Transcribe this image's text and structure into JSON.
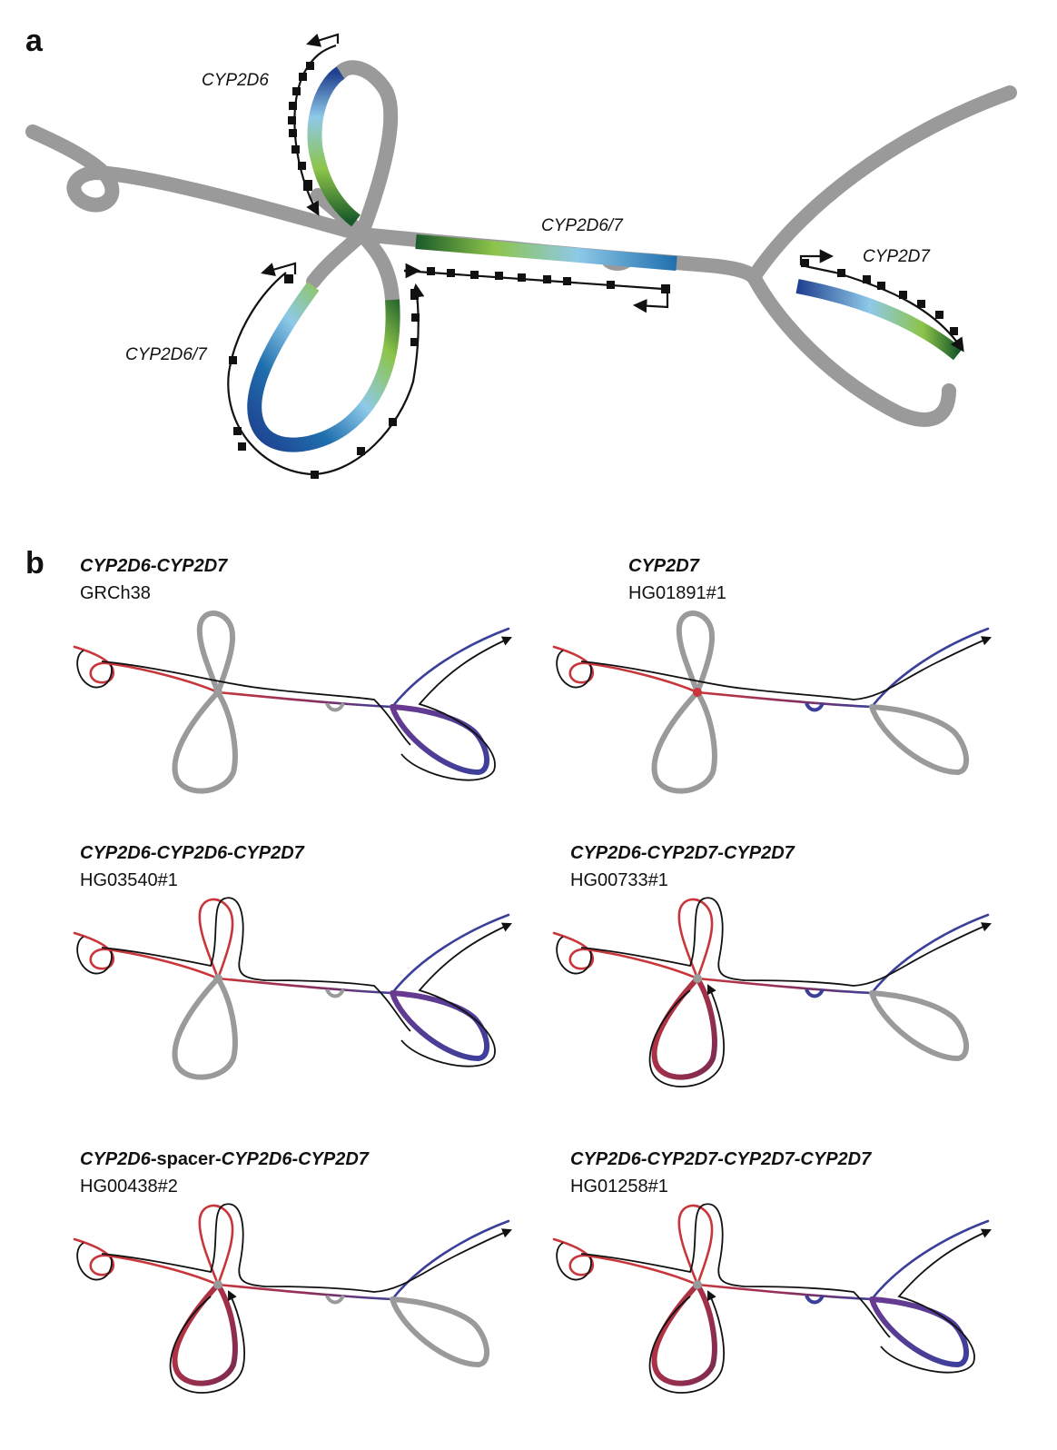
{
  "panel_a": {
    "letter": "a",
    "labels": {
      "cyp2d6": "CYP2D6",
      "cyp2d6_7_mid": "CYP2D6/7",
      "cyp2d6_7_loop": "CYP2D6/7",
      "cyp2d7": "CYP2D7"
    }
  },
  "panel_b": {
    "letter": "b",
    "graphs": [
      {
        "title_parts": [
          "CYP2D6-CYP2D7"
        ],
        "sample": "GRCh38",
        "path": "walk-b1"
      },
      {
        "title_parts": [
          "CYP2D7"
        ],
        "sample": "HG01891#1",
        "path": "walk-b2"
      },
      {
        "title_parts": [
          "CYP2D6-CYP2D6-CYP2D7"
        ],
        "sample": "HG03540#1",
        "path": "walk-b3"
      },
      {
        "title_parts": [
          "CYP2D6-CYP2D7-CYP2D7"
        ],
        "sample": "HG00733#1",
        "path": "walk-b4"
      },
      {
        "title_parts": [
          "CYP2D6",
          "-spacer-",
          "CYP2D6-CYP2D7"
        ],
        "sample": "HG00438#2",
        "path": "walk-b5"
      },
      {
        "title_parts": [
          "CYP2D6-CYP2D7-CYP2D7-CYP2D7"
        ],
        "sample": "HG01258#1",
        "path": "walk-b6"
      }
    ]
  },
  "colors": {
    "graph_gray": "#9a9a9a",
    "gene_dark_blue": "#1f3f8f",
    "gene_light_blue": "#8ec9e8",
    "gene_light_green": "#8dc44a",
    "gene_dark_green": "#1a5a2a",
    "path_red": "#c8363b",
    "path_blue": "#3c3f9a",
    "path_black": "#111111"
  }
}
